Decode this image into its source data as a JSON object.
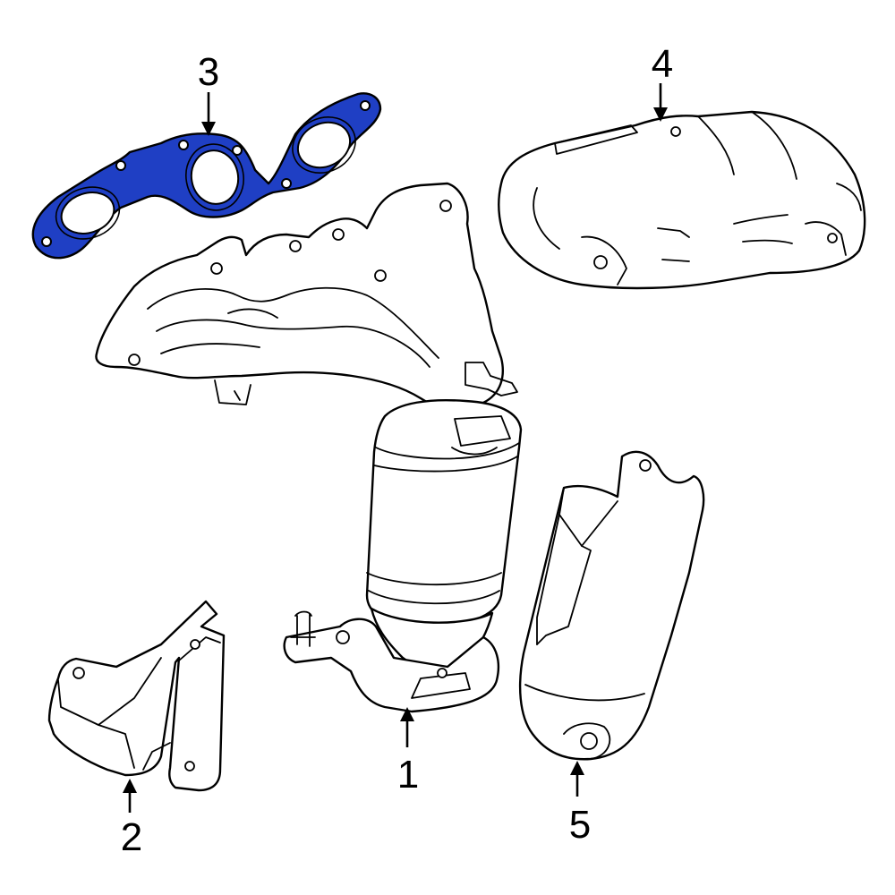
{
  "callouts": [
    {
      "id": "1",
      "label": "1"
    },
    {
      "id": "2",
      "label": "2"
    },
    {
      "id": "3",
      "label": "3"
    },
    {
      "id": "4",
      "label": "4"
    },
    {
      "id": "5",
      "label": "5"
    }
  ],
  "colors": {
    "highlight": "#1f3fc4",
    "line": "#000000",
    "background": "#ffffff"
  }
}
